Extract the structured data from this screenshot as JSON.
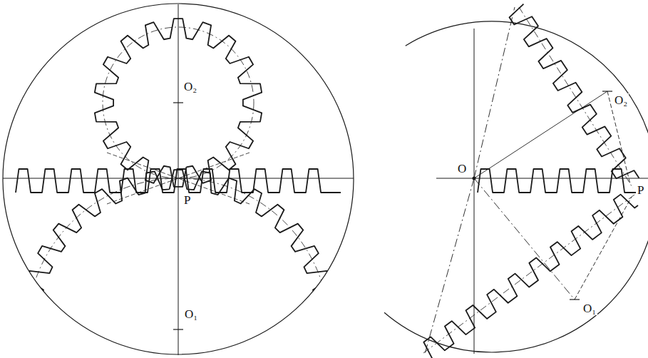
{
  "diagram": {
    "labels": [
      "O₂",
      "P",
      "O₁",
      "O",
      "O₂",
      "P",
      "O₁"
    ]
  }
}
